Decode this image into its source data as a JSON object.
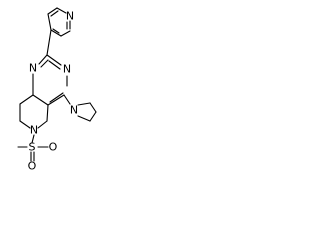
{
  "molecule": {
    "atom_labels": {
      "pyridine_n": "N",
      "pyrimidine_n_top": "N",
      "pyrimidine_n_bottom": "N",
      "pyrrolidine_n": "N",
      "piperidine_n": "N",
      "sulfur": "S",
      "oxygen_left": "O",
      "oxygen_bottom": "O"
    }
  }
}
